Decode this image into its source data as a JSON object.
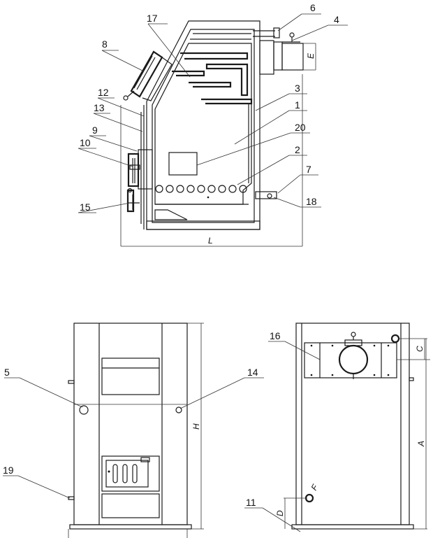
{
  "callouts": {
    "c1": "1",
    "c2": "2",
    "c3": "3",
    "c4": "4",
    "c5": "5",
    "c6": "6",
    "c7": "7",
    "c8": "8",
    "c9": "9",
    "c10": "10",
    "c11": "11",
    "c12": "12",
    "c13": "13",
    "c14": "14",
    "c15": "15",
    "c16": "16",
    "c17": "17",
    "c18": "18",
    "c19": "19",
    "c20": "20"
  },
  "dimensions": {
    "L": "L",
    "E": "E",
    "H": "H",
    "A": "A",
    "C": "C",
    "D": "D",
    "F": "F"
  }
}
